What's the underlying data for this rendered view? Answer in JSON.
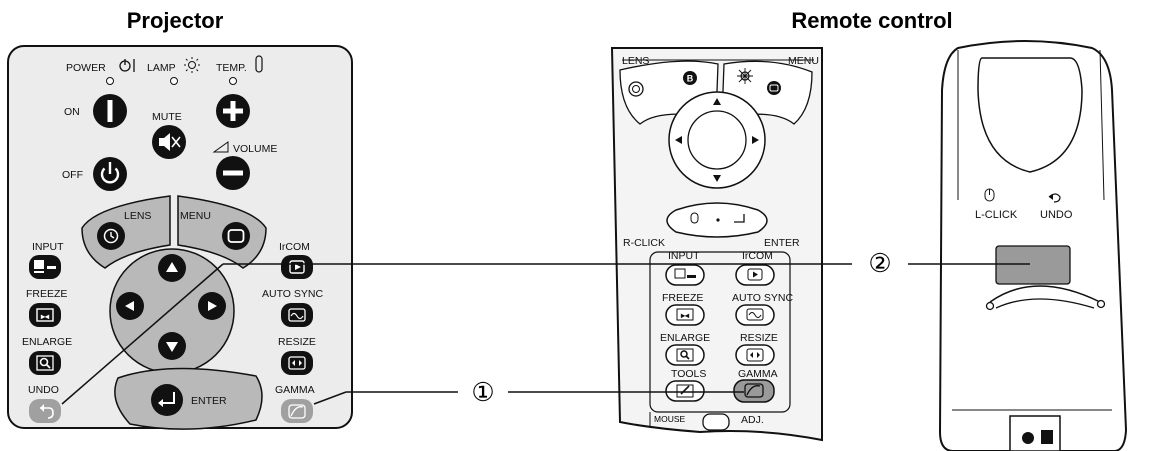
{
  "titles": {
    "projector": "Projector",
    "remote": "Remote control"
  },
  "projector": {
    "indicators": {
      "power": "POWER",
      "lamp": "LAMP",
      "temp": "TEMP."
    },
    "on": "ON",
    "off": "OFF",
    "mute": "MUTE",
    "volume": "VOLUME",
    "lens": "LENS",
    "menu": "MENU",
    "input": "INPUT",
    "ircom": "IrCOM",
    "freeze": "FREEZE",
    "auto_sync": "AUTO SYNC",
    "enlarge": "ENLARGE",
    "resize": "RESIZE",
    "undo": "UNDO",
    "gamma": "GAMMA",
    "enter": "ENTER"
  },
  "remote_front": {
    "lens": "LENS",
    "menu": "MENU",
    "r_click": "R-CLICK",
    "enter": "ENTER",
    "input": "INPUT",
    "ircom": "IrCOM",
    "freeze": "FREEZE",
    "auto_sync": "AUTO SYNC",
    "enlarge": "ENLARGE",
    "resize": "RESIZE",
    "tools": "TOOLS",
    "gamma": "GAMMA",
    "mouse": "MOUSE",
    "adj": "ADJ."
  },
  "remote_back": {
    "l_click": "L-CLICK",
    "undo": "UNDO"
  },
  "callouts": {
    "one": "①",
    "two": "②"
  },
  "colors": {
    "panel": "#ececec",
    "button": "#111111",
    "grey_button": "#9a9a9a",
    "lens_area": "#b9b9b9"
  }
}
